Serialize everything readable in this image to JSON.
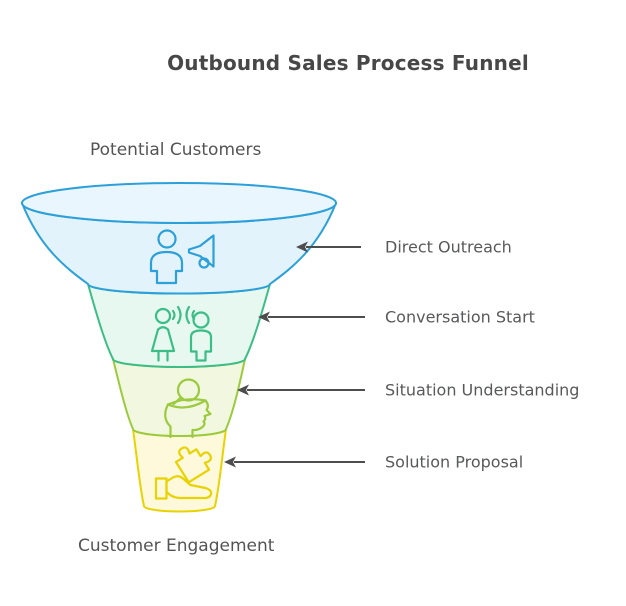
{
  "title": "Outbound Sales Process Funnel",
  "funnel": {
    "top_label": "Potential Customers",
    "bottom_label": "Customer Engagement",
    "top_rim_fill": "#eaf6fd"
  },
  "stages": [
    {
      "label": "Direct Outreach",
      "icon": "person-megaphone-icon",
      "stroke": "#2d9fd9",
      "fill": "#e2f3fb"
    },
    {
      "label": "Conversation Start",
      "icon": "two-people-conversation-icon",
      "stroke": "#3cbd86",
      "fill": "#e6f8f0"
    },
    {
      "label": "Situation Understanding",
      "icon": "magnifier-head-icon",
      "stroke": "#9cca3e",
      "fill": "#f1f8df"
    },
    {
      "label": "Solution Proposal",
      "icon": "hand-puzzle-icon",
      "stroke": "#e8d202",
      "fill": "#fdf9da"
    }
  ],
  "colors": {
    "background": "#ffffff",
    "title_text": "#474747",
    "funnel_label_text": "#545454",
    "stage_label_text": "#58595b",
    "arrow": "#4d4d4d"
  }
}
